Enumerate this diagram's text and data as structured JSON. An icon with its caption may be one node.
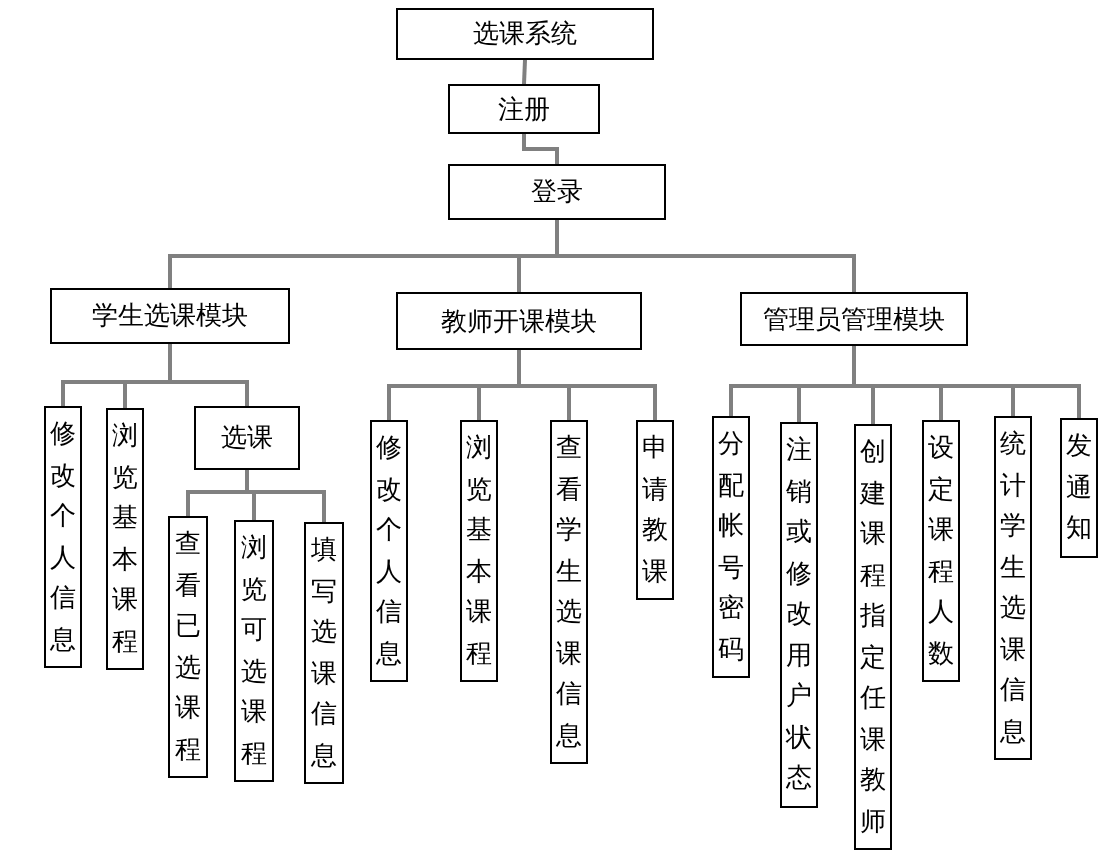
{
  "diagram": {
    "nodes": [
      {
        "text": [
          "选课系统"
        ]
      },
      {
        "text": [
          "注册"
        ]
      },
      {
        "text": [
          "登录"
        ]
      },
      {
        "text": [
          "学生选课模块"
        ]
      },
      {
        "text": [
          "教师开课模块"
        ]
      },
      {
        "text": [
          "管理员管理模块"
        ]
      },
      {
        "text": [
          "修改个人信息"
        ]
      },
      {
        "text": [
          "浏览基本课程"
        ]
      },
      {
        "text": [
          "选课"
        ]
      },
      {
        "text": [
          "查看已选课程"
        ]
      },
      {
        "text": [
          "浏览可选课程"
        ]
      },
      {
        "text": [
          "填写选课信息"
        ]
      },
      {
        "text": [
          "修改个人信息"
        ]
      },
      {
        "text": [
          "浏览基本课程"
        ]
      },
      {
        "text": [
          "查看学生选课信息"
        ]
      },
      {
        "text": [
          "申请教课"
        ]
      },
      {
        "text": [
          "分配帐号密码"
        ]
      },
      {
        "text": [
          "注销或修改用户状态"
        ]
      },
      {
        "text": [
          "创建课程指定任课教师"
        ]
      },
      {
        "text": [
          "设定课程人数"
        ]
      },
      {
        "text": [
          "统计学生选课信息"
        ]
      },
      {
        "text": [
          "发通知"
        ]
      }
    ],
    "edges": [
      {
        "from": 0,
        "to": 1,
        "arrow": "none"
      },
      {
        "from": 1,
        "to": 2,
        "arrow": "none"
      },
      {
        "from": 2,
        "to": 3,
        "arrow": "none"
      },
      {
        "from": 2,
        "to": 4,
        "arrow": "none"
      },
      {
        "from": 2,
        "to": 5,
        "arrow": "none"
      },
      {
        "from": 3,
        "to": 6,
        "arrow": "none"
      },
      {
        "from": 3,
        "to": 7,
        "arrow": "none"
      },
      {
        "from": 3,
        "to": 8,
        "arrow": "none"
      },
      {
        "from": 8,
        "to": 9,
        "arrow": "none"
      },
      {
        "from": 8,
        "to": 10,
        "arrow": "none"
      },
      {
        "from": 8,
        "to": 11,
        "arrow": "none"
      },
      {
        "from": 4,
        "to": 12,
        "arrow": "none"
      },
      {
        "from": 4,
        "to": 13,
        "arrow": "none"
      },
      {
        "from": 4,
        "to": 14,
        "arrow": "none"
      },
      {
        "from": 4,
        "to": 15,
        "arrow": "none"
      },
      {
        "from": 5,
        "to": 16,
        "arrow": "none"
      },
      {
        "from": 5,
        "to": 17,
        "arrow": "none"
      },
      {
        "from": 5,
        "to": 18,
        "arrow": "none"
      },
      {
        "from": 5,
        "to": 19,
        "arrow": "none"
      },
      {
        "from": 5,
        "to": 20,
        "arrow": "none"
      },
      {
        "from": 5,
        "to": 21,
        "arrow": "none"
      }
    ]
  }
}
